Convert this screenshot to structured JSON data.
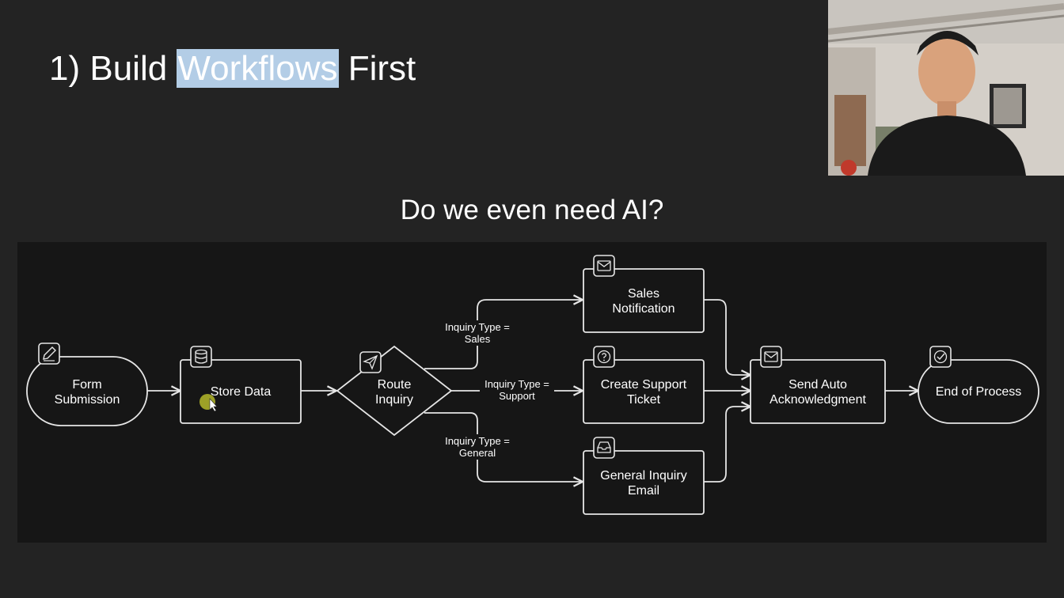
{
  "slide": {
    "title_prefix": "1) Build ",
    "title_highlight": "Workflows",
    "title_suffix": " First",
    "subtitle": "Do we even need AI?"
  },
  "diagram": {
    "nodes": {
      "form_submission": [
        "Form",
        "Submission"
      ],
      "store_data": [
        "Store Data"
      ],
      "route_inquiry": [
        "Route",
        "Inquiry"
      ],
      "sales_notification": [
        "Sales",
        "Notification"
      ],
      "create_support_ticket": [
        "Create Support",
        "Ticket"
      ],
      "general_inquiry_email": [
        "General Inquiry",
        "Email"
      ],
      "send_auto_acknowledgment": [
        "Send Auto",
        "Acknowledgment"
      ],
      "end_of_process": [
        "End of Process"
      ]
    },
    "edge_labels": {
      "sales": [
        "Inquiry Type =",
        "Sales"
      ],
      "support": [
        "Inquiry Type =",
        "Support"
      ],
      "general": [
        "Inquiry Type =",
        "General"
      ]
    },
    "icons": {
      "form_submission": "pencil-icon",
      "store_data": "database-icon",
      "route_inquiry": "send-icon",
      "sales_notification": "mail-icon",
      "create_support_ticket": "help-circle-icon",
      "general_inquiry_email": "inbox-icon",
      "send_auto_acknowledgment": "mail-icon",
      "end_of_process": "check-circle-icon"
    }
  },
  "colors": {
    "background": "#232323",
    "diagram_background": "#161616",
    "stroke": "#e6e6e6",
    "highlight": "#b3cde6",
    "cursor_marker": "#b5b82a"
  }
}
